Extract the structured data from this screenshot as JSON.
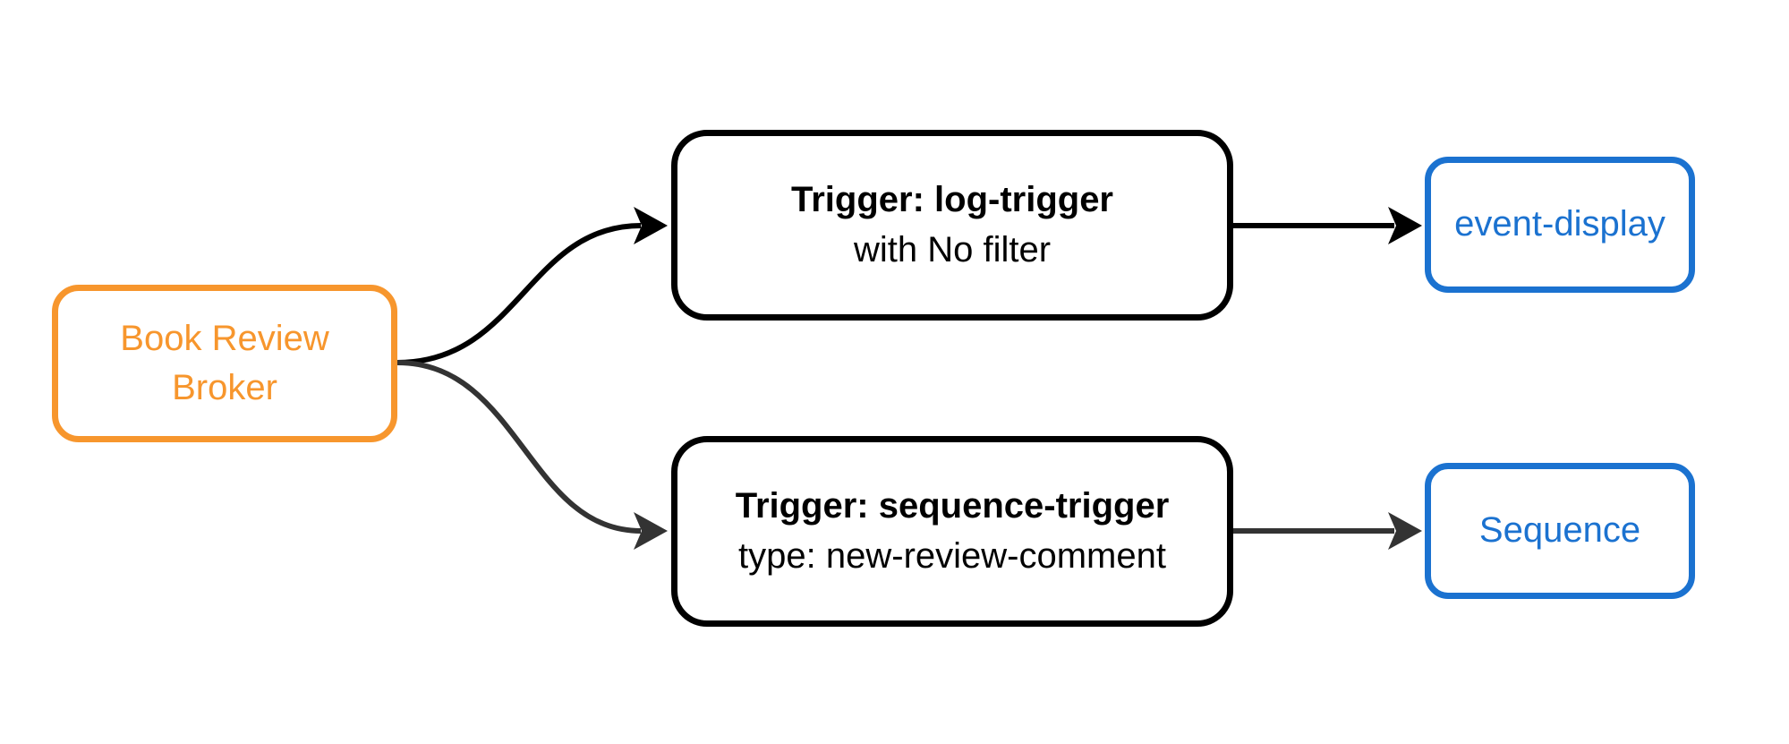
{
  "diagram": {
    "type": "flowchart",
    "direction": "left-to-right",
    "nodes": {
      "broker": {
        "label": "Book Review Broker",
        "lines": [
          "Book Review",
          "Broker"
        ]
      },
      "log_trigger": {
        "title": "Trigger: log-trigger",
        "subtitle": "with No filter"
      },
      "sequence_trigger": {
        "title": "Trigger: sequence-trigger",
        "subtitle": "type: new-review-comment"
      },
      "event_display": {
        "label": "event-display"
      },
      "sequence": {
        "label": "Sequence"
      }
    },
    "edges": [
      {
        "from": "broker",
        "to": "log_trigger",
        "color": "#000000"
      },
      {
        "from": "broker",
        "to": "sequence_trigger",
        "color": "#333333"
      },
      {
        "from": "log_trigger",
        "to": "event_display",
        "color": "#000000"
      },
      {
        "from": "sequence_trigger",
        "to": "sequence",
        "color": "#333333"
      }
    ],
    "colors": {
      "broker_accent": "#F7962D",
      "node_border": "#000000",
      "sink_accent": "#1B72D0",
      "edge_dark": "#000000",
      "edge_gray": "#333333",
      "background": "#FFFFFF",
      "text_dark": "#000000"
    }
  }
}
